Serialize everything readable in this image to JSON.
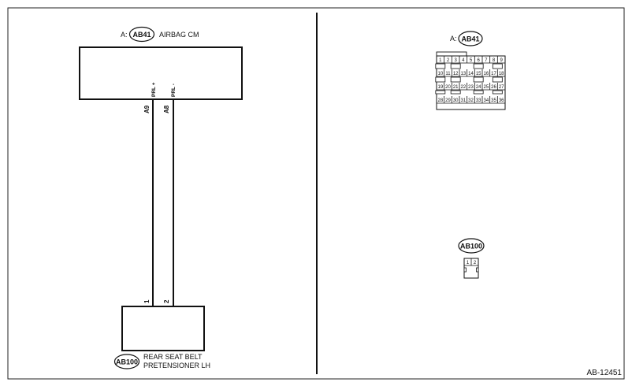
{
  "left_panel": {
    "cm_connector": {
      "prefix": "A:",
      "id": "AB41",
      "title": "AIRBAG CM"
    },
    "signals": [
      "PRL +",
      "PRL -"
    ],
    "wire_pins": [
      "A9",
      "A8"
    ],
    "pretensioner_pins": [
      "1",
      "2"
    ],
    "pretensioner": {
      "id": "AB100",
      "name_line1": "REAR SEAT BELT",
      "name_line2": "PRETENSIONER LH"
    }
  },
  "right_panel": {
    "connector_a": {
      "prefix": "A:",
      "id": "AB41",
      "rows": [
        [
          "1",
          "2",
          "3",
          "4",
          "5",
          "6",
          "7",
          "8",
          "9"
        ],
        [
          "10",
          "11",
          "12",
          "13",
          "14",
          "15",
          "16",
          "17",
          "18"
        ],
        [
          "19",
          "20",
          "21",
          "22",
          "23",
          "24",
          "25",
          "26",
          "27"
        ],
        [
          "28",
          "29",
          "30",
          "31",
          "32",
          "33",
          "34",
          "35",
          "36"
        ]
      ]
    },
    "connector_b": {
      "id": "AB100",
      "pins": [
        "1",
        "2"
      ]
    }
  },
  "figure_id": "AB-12451"
}
